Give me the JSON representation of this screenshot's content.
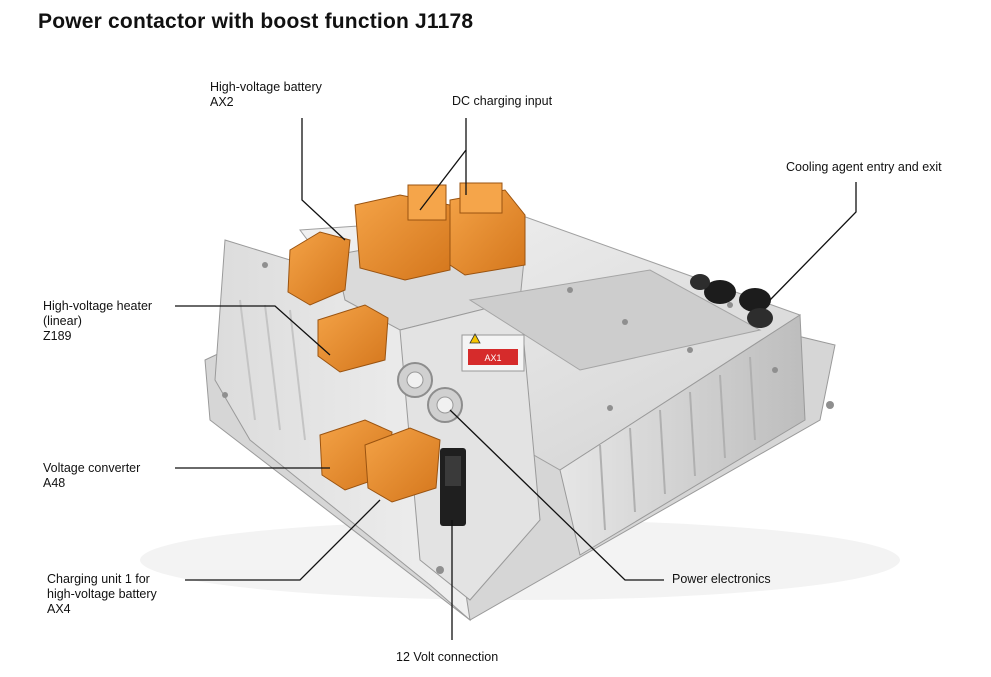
{
  "title": "Power contactor with boost function J1178",
  "labels": {
    "hv_battery": [
      "High-voltage battery",
      "AX2"
    ],
    "dc_charging": [
      "DC charging input"
    ],
    "cooling": [
      "Cooling agent entry and exit"
    ],
    "hv_heater": [
      "High-voltage heater",
      "(linear)",
      "Z189"
    ],
    "voltage_converter": [
      "Voltage converter",
      "A48"
    ],
    "charging_unit": [
      "Charging unit 1 for",
      "high-voltage battery",
      "AX4"
    ],
    "power_electronics": [
      "Power electronics"
    ],
    "twelve_volt": [
      "12 Volt connection"
    ]
  },
  "warning_label_text": "AX1",
  "colors": {
    "connector_orange": "#e8892b",
    "housing_light": "#ececec",
    "housing_mid": "#cfcfcf",
    "housing_dark": "#a9a9a9",
    "leader_line": "#111111"
  }
}
